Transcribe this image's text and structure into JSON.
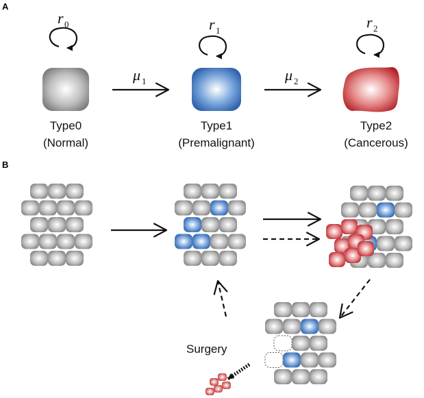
{
  "panel_a": {
    "letter": "A",
    "types": [
      {
        "name": "Type0",
        "desc": "(Normal)",
        "rate_symbol": "r",
        "rate_sub": "0",
        "color": "#8c8c8c"
      },
      {
        "name": "Type1",
        "desc": "(Premalignant)",
        "rate_symbol": "r",
        "rate_sub": "1",
        "color": "#2f6db7"
      },
      {
        "name": "Type2",
        "desc": "(Cancerous)",
        "rate_symbol": "r",
        "rate_sub": "2",
        "color": "#c0272d"
      }
    ],
    "transitions": [
      {
        "symbol": "μ",
        "sub": "1"
      },
      {
        "symbol": "μ",
        "sub": "2"
      }
    ]
  },
  "panel_b": {
    "letter": "B",
    "surgery_label": "Surgery"
  },
  "colors": {
    "normal": "#8c8c8c",
    "premalignant": "#2f6db7",
    "cancerous": "#c0272d",
    "removed_outline": "#555555"
  }
}
